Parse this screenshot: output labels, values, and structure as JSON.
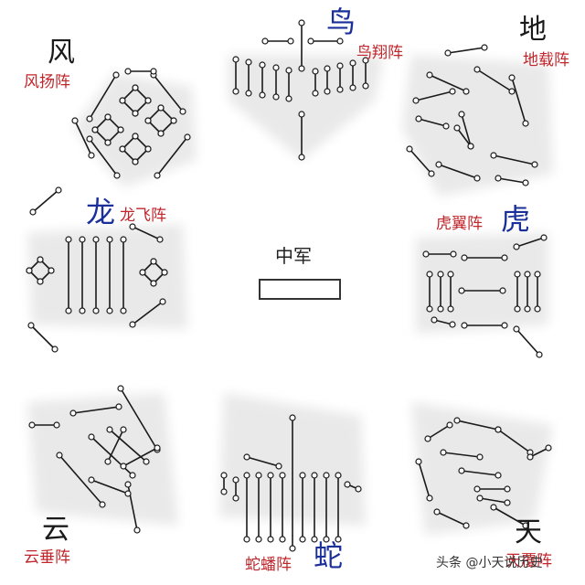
{
  "labels": {
    "feng": "风",
    "feng_formation": "风扬阵",
    "niao": "鸟",
    "niao_formation": "鸟翔阵",
    "di": "地",
    "di_formation": "地载阵",
    "long": "龙",
    "long_formation": "龙飞阵",
    "hu": "虎",
    "hu_formation": "虎翼阵",
    "center": "中军",
    "yun": "云",
    "yun_formation": "云垂阵",
    "she": "蛇",
    "she_formation": "蛇蟠阵",
    "tian": "天",
    "tian_formation": "天覆阵"
  },
  "watermark": "头条 @小天说历史",
  "colors": {
    "title_blue": "#1a2f9a",
    "formation_red": "#c0262b",
    "ink": "#1a1a1a"
  }
}
